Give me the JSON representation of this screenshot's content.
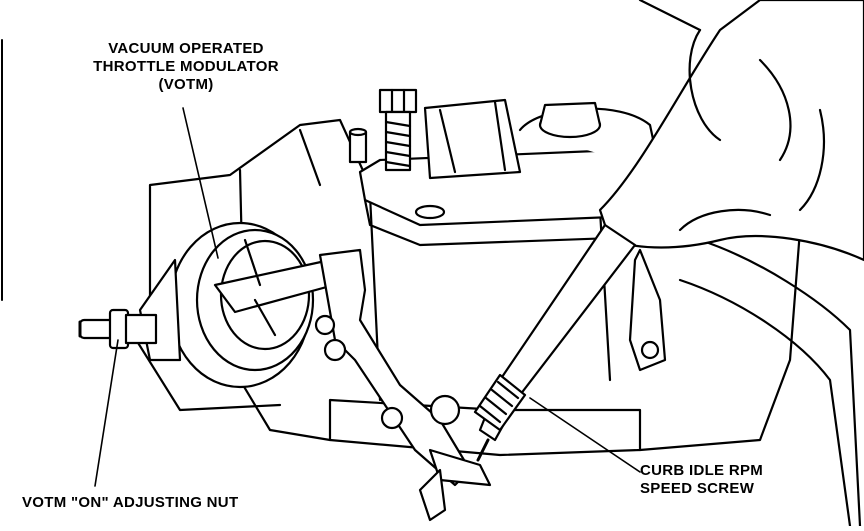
{
  "labels": {
    "votm_line1": "VACUUM OPERATED",
    "votm_line2": "THROTTLE MODULATOR",
    "votm_line3": "(VOTM)",
    "nut": "VOTM \"ON\" ADJUSTING NUT",
    "curb_line1": "CURB IDLE RPM",
    "curb_line2": "SPEED SCREW"
  },
  "colors": {
    "ink": "#000000",
    "paper": "#ffffff"
  }
}
